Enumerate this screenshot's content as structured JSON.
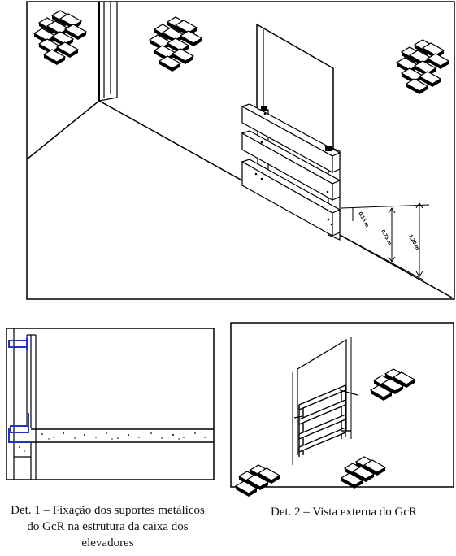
{
  "figure": {
    "main_view": {
      "dimension_labels": [
        "0.15 m",
        "0.75 m",
        "1.20 m"
      ]
    },
    "detail_1": {
      "caption": "Det. 1 – Fixação dos suportes metálicos do GcR na estrutura da caixa dos elevadores"
    },
    "detail_2": {
      "caption": "Det. 2 – Vista externa do GcR"
    },
    "colors": {
      "line": "#000000",
      "bracket": "#2233cc"
    }
  }
}
